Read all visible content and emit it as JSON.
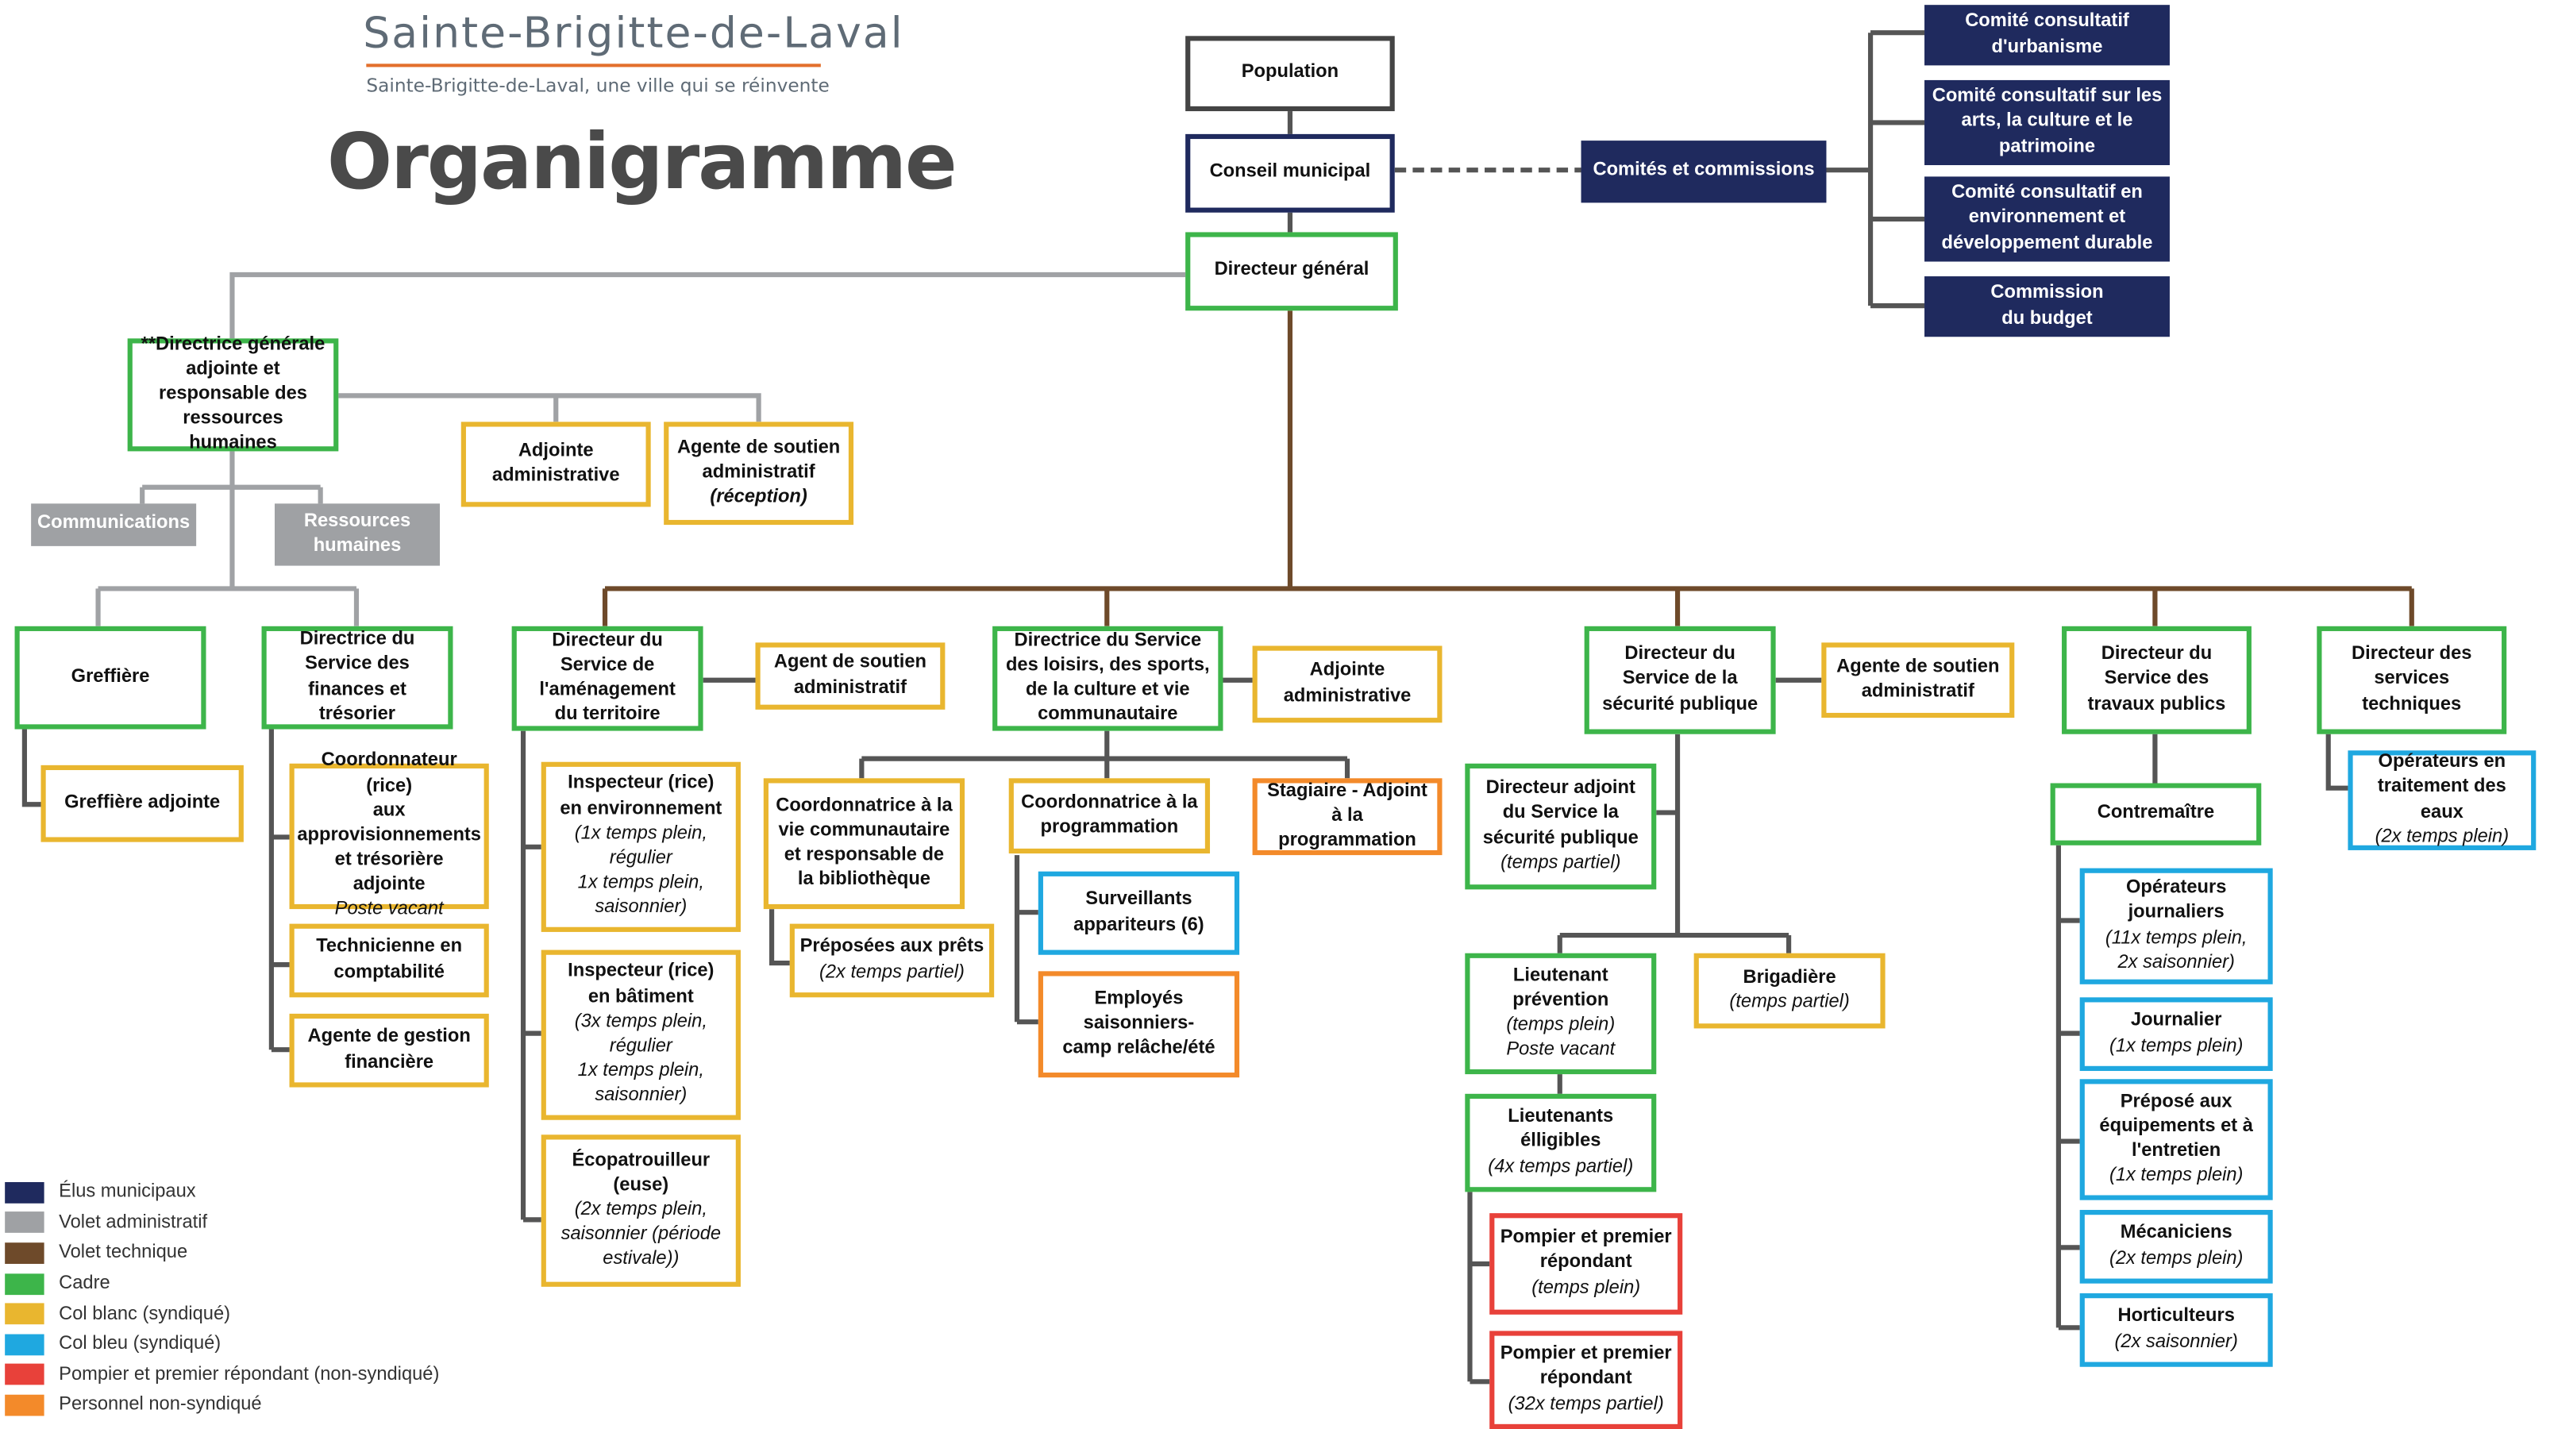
{
  "header": {
    "logo_name": "Sainte-Brigitte-de-Laval",
    "slogan": "Sainte-Brigitte-de-Laval, une ville qui se réinvente",
    "title": "Organigramme"
  },
  "colors": {
    "elus": "#1f2a5e",
    "administratif": "#9fa1a4",
    "technique": "#6e4a2a",
    "cadre": "#3db54a",
    "col_blanc": "#e9b62f",
    "col_bleu": "#1fa8e0",
    "pompier": "#e8413a",
    "non_syndique": "#f38a2a"
  },
  "top": {
    "population": "Population",
    "conseil": "Conseil municipal",
    "comites": "Comités et commissions",
    "directeur_general": "Directeur général",
    "committees": [
      "Comité consultatif\nd'urbanisme",
      "Comité consultatif sur les\narts, la culture et le\npatrimoine",
      "Comité consultatif en\nenvironnement et\ndéveloppement durable",
      "Commission\ndu budget"
    ]
  },
  "admin": {
    "dga": "**Directrice générale\nadjointe et\nresponsable des\nressources humaines",
    "adjointe": "Adjointe\nadministrative",
    "agent_soutien": "Agente de soutien\nadministratif",
    "agent_soutien_note": "(réception)",
    "communications": "Communications",
    "ressources_humaines": "Ressources\nhumaines",
    "greffiere": "Greffière",
    "greffiere_adjointe": "Greffière adjointe",
    "finances": "Directrice du\nService des\nfinances et\ntrésorier",
    "coord_approv": "Coordonnateur (rice)\naux\napprovisionnements\net trésorière adjointe",
    "coord_approv_note": "Poste vacant",
    "technicienne": "Technicienne en\ncomptabilité",
    "agente_gestion": "Agente de gestion\nfinancière"
  },
  "amenagement": {
    "directeur": "Directeur du\nService de\nl'aménagement\ndu territoire",
    "agent_soutien": "Agent de soutien\nadministratif",
    "insp_env": "Inspecteur (rice)\nen environnement",
    "insp_env_note": "(1x temps plein,\nrégulier\n1x temps plein,\nsaisonnier)",
    "insp_bat": "Inspecteur (rice)\nen bâtiment",
    "insp_bat_note": "(3x temps plein,\nrégulier\n1x temps plein,\nsaisonnier)",
    "ecopatrouilleur": "Écopatrouilleur\n(euse)",
    "ecopatrouilleur_note": "(2x temps plein,\nsaisonnier (période\nestivale))"
  },
  "loisirs": {
    "directrice": "Directrice du Service\ndes loisirs, des sports,\nde la culture et vie\ncommunautaire",
    "adjointe": "Adjointe\nadministrative",
    "coord_vie": "Coordonnatrice à la\nvie communautaire\net responsable de\nla bibliothèque",
    "preposees": "Préposées aux prêts",
    "preposees_note": "(2x temps partiel)",
    "coord_prog": "Coordonnatrice à la\nprogrammation",
    "surveillants": "Surveillants\nappariteurs (6)",
    "employes": "Employés\nsaisonniers-\ncamp relâche/été",
    "stagiaire": "Stagiaire - Adjoint\nà la programmation"
  },
  "securite": {
    "directeur": "Directeur du\nService de la\nsécurité publique",
    "agent_soutien": "Agente de soutien\nadministratif",
    "adjoint": "Directeur adjoint\ndu Service la\nsécurité publique",
    "adjoint_note": "(temps partiel)",
    "lieutenant_prev": "Lieutenant\nprévention",
    "lieutenant_prev_note": "(temps plein)\nPoste vacant",
    "brigadiere": "Brigadière",
    "brigadiere_note": "(temps partiel)",
    "lieutenants_elig": "Lieutenants\nélligibles",
    "lieutenants_elig_note": "(4x temps partiel)",
    "pompier1": "Pompier et premier\nrépondant",
    "pompier1_note": "(temps plein)",
    "pompier2": "Pompier et premier\nrépondant",
    "pompier2_note": "(32x temps partiel)"
  },
  "travaux": {
    "directeur": "Directeur du\nService des\ntravaux publics",
    "contremaitre": "Contremaître",
    "operateurs": "Opérateurs\njournaliers",
    "operateurs_note": "(11x temps plein,\n2x saisonnier)",
    "journalier": "Journalier",
    "journalier_note": "(1x temps plein)",
    "prepose": "Préposé aux\néquipements et à\nl'entretien",
    "prepose_note": "(1x temps plein)",
    "mecaniciens": "Mécaniciens",
    "mecaniciens_note": "(2x temps plein)",
    "horticulteurs": "Horticulteurs",
    "horticulteurs_note": "(2x saisonnier)"
  },
  "techniques": {
    "directeur": "Directeur des\nservices\ntechniques",
    "operateurs_eaux": "Opérateurs en\ntraitement des eaux",
    "operateurs_eaux_note": "(2x temps plein)"
  },
  "legend": [
    "Élus municipaux",
    "Volet administratif",
    "Volet technique",
    "Cadre",
    "Col blanc (syndiqué)",
    "Col bleu (syndiqué)",
    "Pompier et premier répondant (non-syndiqué)",
    "Personnel non-syndiqué"
  ]
}
